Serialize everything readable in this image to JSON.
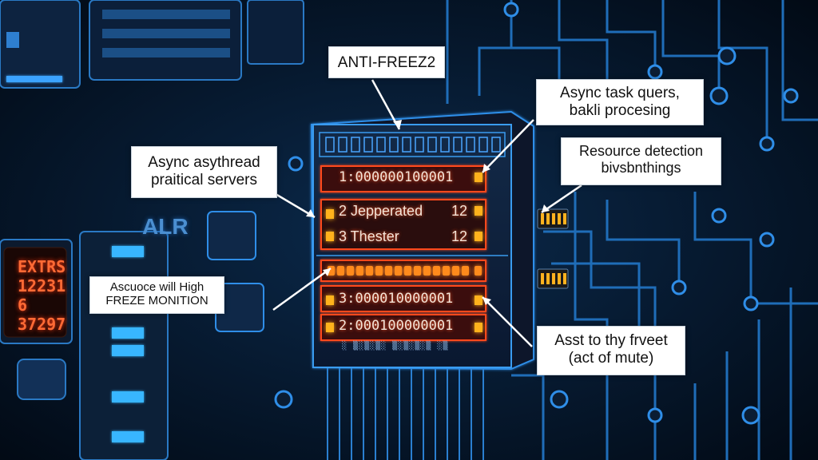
{
  "callouts": {
    "title": "ANTI-FREEZ2",
    "async_queue": [
      "Async task quers,",
      "bakli procesing"
    ],
    "async_thread": [
      "Async asythread",
      "praitical servers"
    ],
    "resource": [
      "Resource detection",
      "bivsbnthings"
    ],
    "freeze": [
      "Ascuoce will High",
      "FREZE MONITION"
    ],
    "assist": [
      "Asst to thy frveet",
      "(act of mute)"
    ]
  },
  "chip": {
    "rows": [
      {
        "label": "1:000000100001",
        "value": ""
      },
      {
        "label": "2 Jepperated",
        "value": "12"
      },
      {
        "label": "3 Thester",
        "value": "12"
      },
      {
        "label": "3:000010000001",
        "value": ""
      },
      {
        "label": "2:000100000001",
        "value": ""
      }
    ],
    "footer": "░ ▒░▒░▒░ ▒░▒░▒░▒ ░▒"
  },
  "side_display": {
    "lines": [
      "EXTRS",
      "12231",
      "6",
      "37297"
    ]
  },
  "board_text": "ALR",
  "colors": {
    "background": "#04101e",
    "trace": "#1f6db8",
    "trace_glow": "#2f8ee8",
    "led_red": "#ff3a12",
    "led_amber": "#ffb21f",
    "callout_bg": "#ffffff"
  }
}
